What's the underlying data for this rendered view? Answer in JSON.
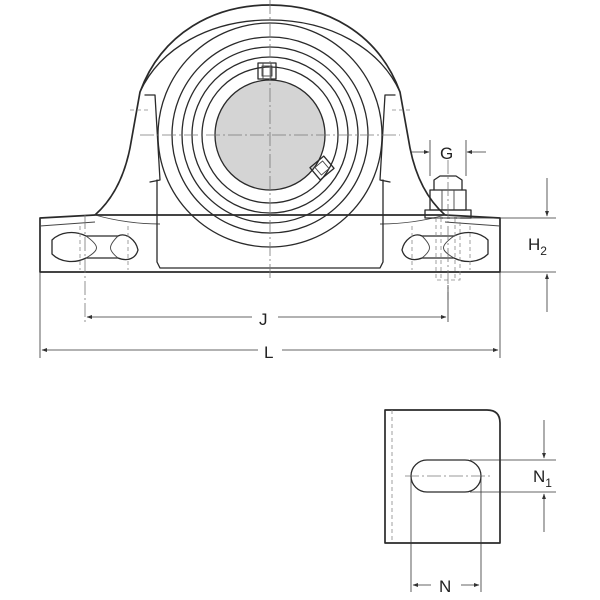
{
  "drawing": {
    "colors": {
      "line": "#2a2a2a",
      "bore_fill": "#d4d4d4",
      "background": "#ffffff"
    },
    "dimensions": {
      "G": {
        "letter": "G",
        "subscript": ""
      },
      "H2": {
        "letter": "H",
        "subscript": "2"
      },
      "J": {
        "letter": "J",
        "subscript": ""
      },
      "L": {
        "letter": "L",
        "subscript": ""
      },
      "N1": {
        "letter": "N",
        "subscript": "1"
      },
      "N": {
        "letter": "N",
        "subscript": ""
      }
    }
  }
}
